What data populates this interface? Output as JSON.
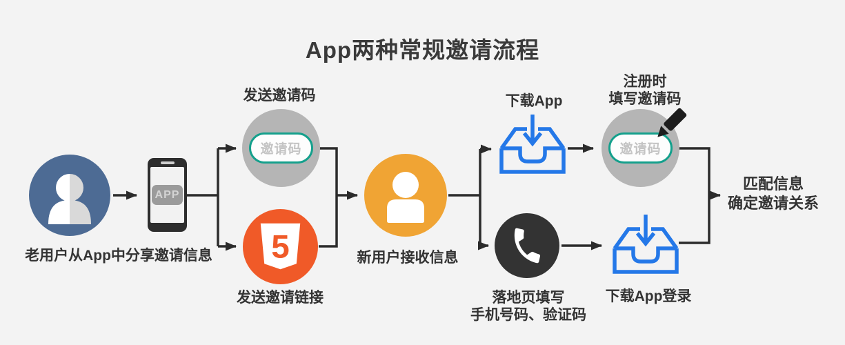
{
  "title": "App两种常规邀请流程",
  "colors": {
    "background": "#f3f3f3",
    "connector": "#2b2b2b",
    "blue_node": "#4d6b94",
    "gray_node": "#b5b5b5",
    "teal_pill_border": "#14a08c",
    "html5_orange": "#f05a28",
    "amber_node": "#f0a434",
    "download_blue": "#2478e8",
    "dark_node": "#333333",
    "label_text": "#333333"
  },
  "nodes": {
    "old_user": {
      "icon": "user-icon",
      "label": "老用户从App中分享邀请信息"
    },
    "app_phone": {
      "icon": "smartphone-icon",
      "badge": "APP"
    },
    "send_code": {
      "icon": "invite-code-pill",
      "label": "发送邀请码",
      "pill": "邀请码"
    },
    "send_link": {
      "icon": "html5-icon",
      "label": "发送邀请链接",
      "logo_text": "5"
    },
    "new_user": {
      "icon": "user-icon",
      "label": "新用户接收信息"
    },
    "download_app": {
      "icon": "download-inbox-icon",
      "label": "下载App"
    },
    "register_code": {
      "icon": "pencil-icon",
      "label_line1": "注册时",
      "label_line2": "填写邀请码",
      "pill": "邀请码"
    },
    "landing_page": {
      "icon": "phone-call-icon",
      "label_line1": "落地页填写",
      "label_line2": "手机号码、验证码"
    },
    "download_login": {
      "icon": "download-inbox-icon",
      "label": "下载App登录"
    },
    "outcome": {
      "label_line1": "匹配信息",
      "label_line2": "确定邀请关系"
    }
  }
}
